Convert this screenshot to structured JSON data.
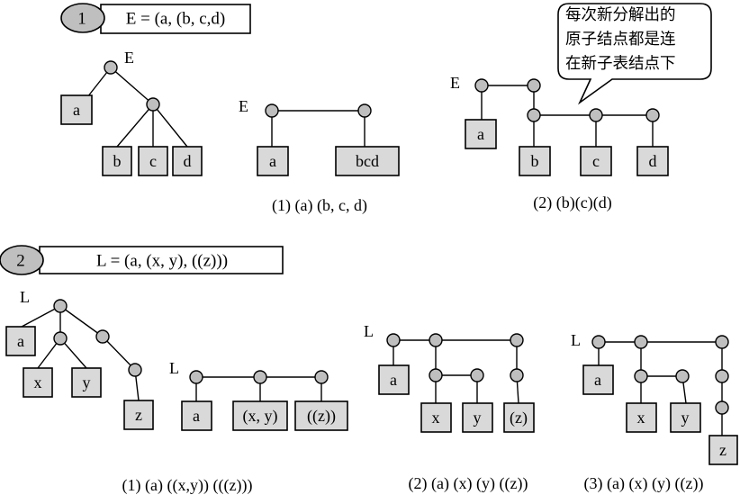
{
  "section1": {
    "badge": "1",
    "formula": "E = (a, (b, c,d)",
    "tree_label": "E",
    "tree_atoms": [
      "a",
      "b",
      "c",
      "d"
    ],
    "step1": {
      "label": "E",
      "atoms": [
        "a",
        "bcd"
      ],
      "caption": "(1) (a) (b, c, d)"
    },
    "step2": {
      "label": "E",
      "atoms": [
        "a",
        "b",
        "c",
        "d"
      ],
      "caption": "(2) (b)(c)(d)"
    },
    "callout": [
      "每次新分解出的",
      "原子结点都是连",
      "在新子表结点下"
    ]
  },
  "section2": {
    "badge": "2",
    "formula": "L = (a, (x, y), ((z)))",
    "tree_label": "L",
    "tree_atoms": [
      "a",
      "x",
      "y",
      "z"
    ],
    "step1": {
      "label": "L",
      "atoms": [
        "a",
        "(x, y)",
        "((z))"
      ],
      "caption": "(1) (a) ((x,y)) (((z)))"
    },
    "step2": {
      "label": "L",
      "atoms": [
        "a",
        "x",
        "y",
        "(z)"
      ],
      "caption": "(2) (a) (x) (y) ((z))"
    },
    "step3": {
      "label": "L",
      "atoms": [
        "a",
        "x",
        "y",
        "z"
      ],
      "caption": "(3) (a) (x) (y) ((z))"
    }
  }
}
